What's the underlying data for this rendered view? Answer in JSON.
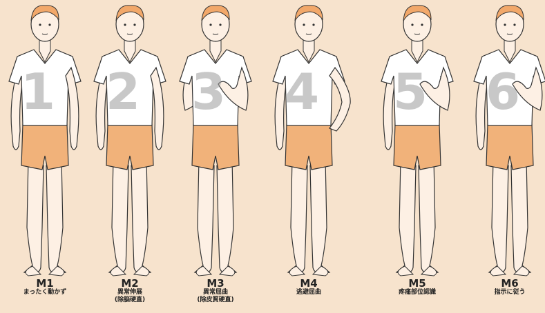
{
  "figures": [
    {
      "code": "M1",
      "desc": "まったく動かず",
      "sub": "",
      "score_glyph": "1"
    },
    {
      "code": "M2",
      "desc": "異常伸展",
      "sub": "(除脳硬直)",
      "score_glyph": "2"
    },
    {
      "code": "M3",
      "desc": "異常屈曲",
      "sub": "(除皮質硬直)",
      "score_glyph": "3"
    },
    {
      "code": "M4",
      "desc": "逃避屈曲",
      "sub": "",
      "score_glyph": "4"
    },
    {
      "code": "M5",
      "desc": "疼痛部位認識",
      "sub": "",
      "score_glyph": "5"
    },
    {
      "code": "M6",
      "desc": "指示に従う",
      "sub": "",
      "score_glyph": "6"
    }
  ],
  "colors": {
    "background": "#f7e3cd",
    "skin": "#fdf0e4",
    "hair": "#f2a86a",
    "shorts": "#f1b27a",
    "outline": "#333333",
    "shirt": "#ffffff",
    "overlay": "#9a9a9a"
  }
}
